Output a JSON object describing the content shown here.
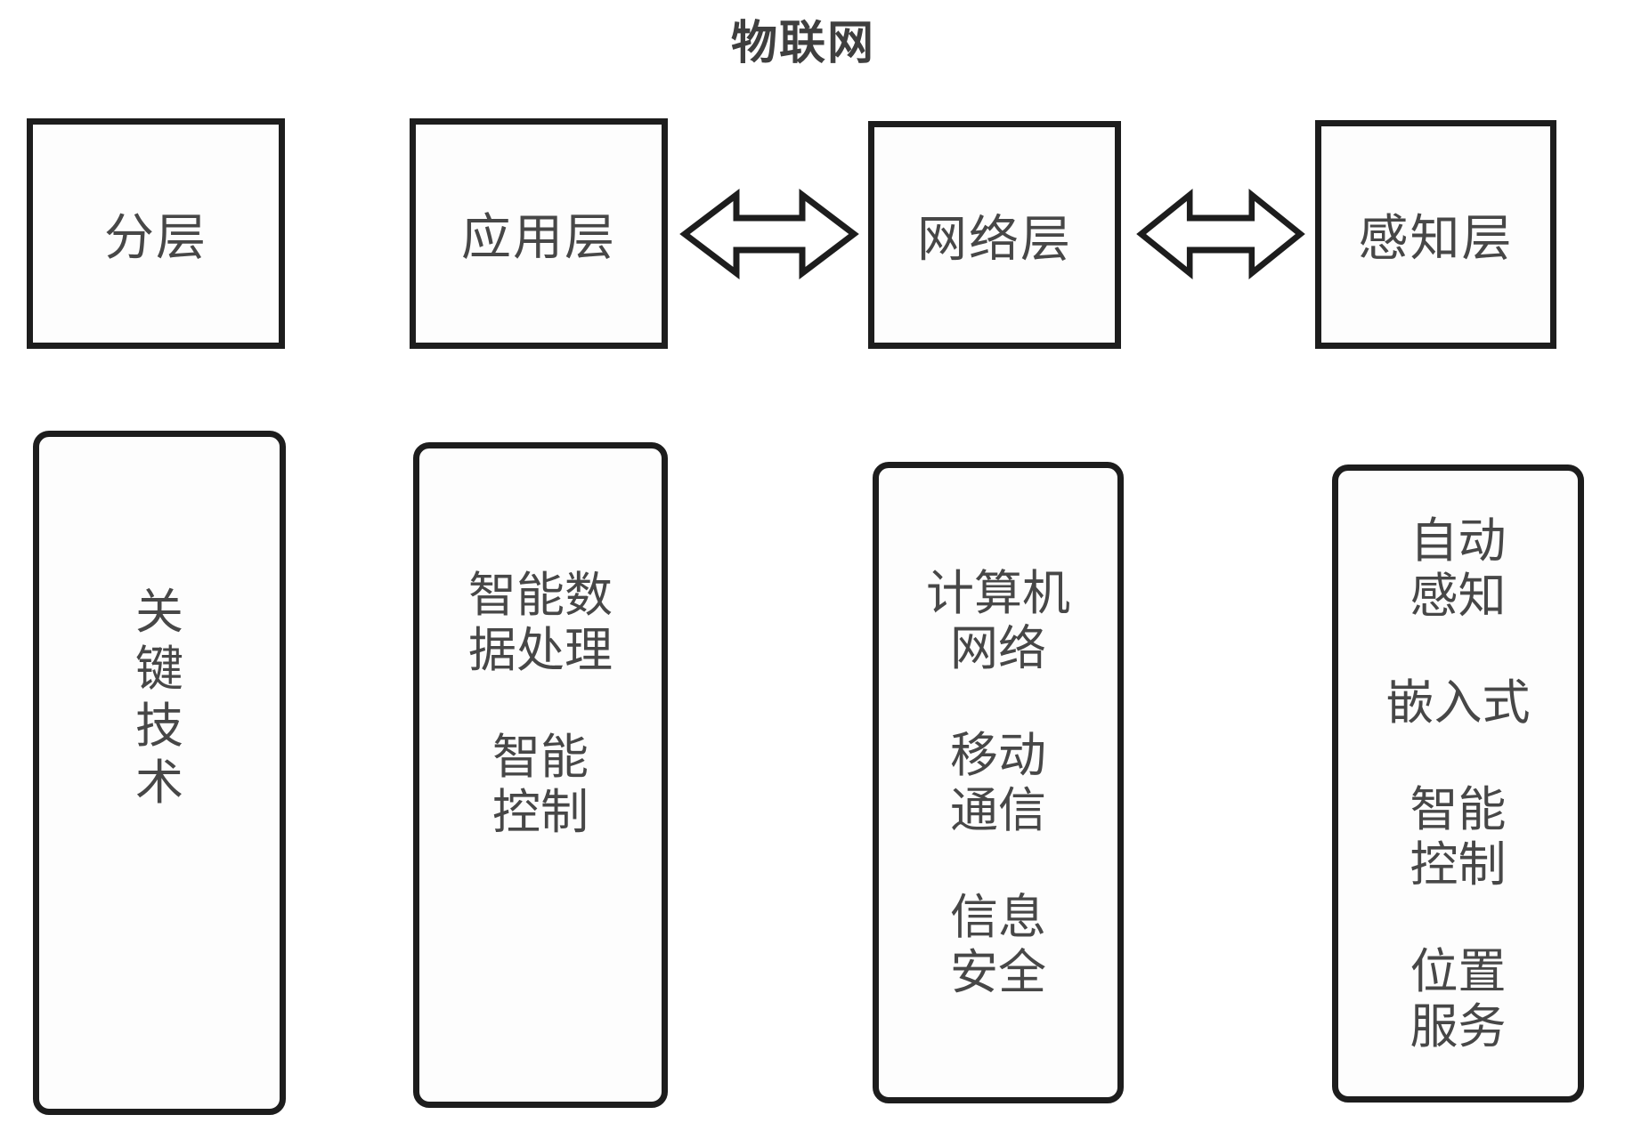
{
  "title": "物联网",
  "colors": {
    "border": "#1d1d1d",
    "text": "#474747",
    "background": "#ffffff"
  },
  "icons": {
    "arrow_between_layers": "double-headed-arrow-icon"
  },
  "layer_row": {
    "header_box": {
      "label": "分层"
    },
    "boxes": [
      {
        "id": "application-layer",
        "label": "应用层"
      },
      {
        "id": "network-layer",
        "label": "网络层"
      },
      {
        "id": "perception-layer",
        "label": "感知层"
      }
    ]
  },
  "tech_row": {
    "header_box": {
      "label": "关键技术",
      "chars": [
        "关",
        "键",
        "技",
        "术"
      ]
    },
    "boxes": [
      {
        "id": "application-layer-tech",
        "groups": [
          [
            "智能数",
            "据处理"
          ],
          [
            "智能",
            "控制"
          ]
        ]
      },
      {
        "id": "network-layer-tech",
        "groups": [
          [
            "计算机",
            "网络"
          ],
          [
            "移动",
            "通信"
          ],
          [
            "信息",
            "安全"
          ]
        ]
      },
      {
        "id": "perception-layer-tech",
        "groups": [
          [
            "自动",
            "感知"
          ],
          [
            "嵌入式"
          ],
          [
            "智能",
            "控制"
          ],
          [
            "位置",
            "服务"
          ]
        ]
      }
    ]
  }
}
